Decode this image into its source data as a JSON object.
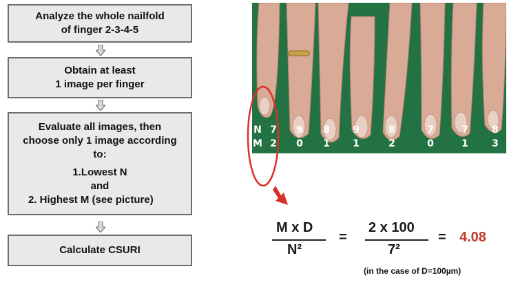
{
  "flowchart": {
    "step1": [
      "Analyze the whole nailfold",
      "of finger 2-3-4-5"
    ],
    "step2": [
      "Obtain at least",
      "1 image per finger"
    ],
    "step3": {
      "lines": [
        "Evaluate all images, then",
        "choose only 1 image according",
        "to:"
      ],
      "item1": "1.Lowest N",
      "and": "and",
      "item2": "2.   Highest M (see picture)"
    },
    "step4": "Calculate CSURI"
  },
  "photo": {
    "row_labels": [
      "N",
      "M"
    ],
    "fingers": [
      {
        "n": "7",
        "m": "2"
      },
      {
        "n": "9",
        "m": "0"
      },
      {
        "n": "8",
        "m": "1"
      },
      {
        "n": "9",
        "m": "1"
      },
      {
        "n": "8",
        "m": "2"
      },
      {
        "n": "7",
        "m": "0"
      },
      {
        "n": "7",
        "m": "1"
      },
      {
        "n": "8",
        "m": "3"
      }
    ],
    "highlight_color": "#d9302a"
  },
  "formula": {
    "numerator": "M x D",
    "denominator": "N²",
    "equals": "=",
    "numerator2": "2 x 100",
    "denominator2": "7²",
    "equals2": "=",
    "result": "4.08",
    "result_color": "#c0392b",
    "note": "(in the case of D=100µm)"
  }
}
